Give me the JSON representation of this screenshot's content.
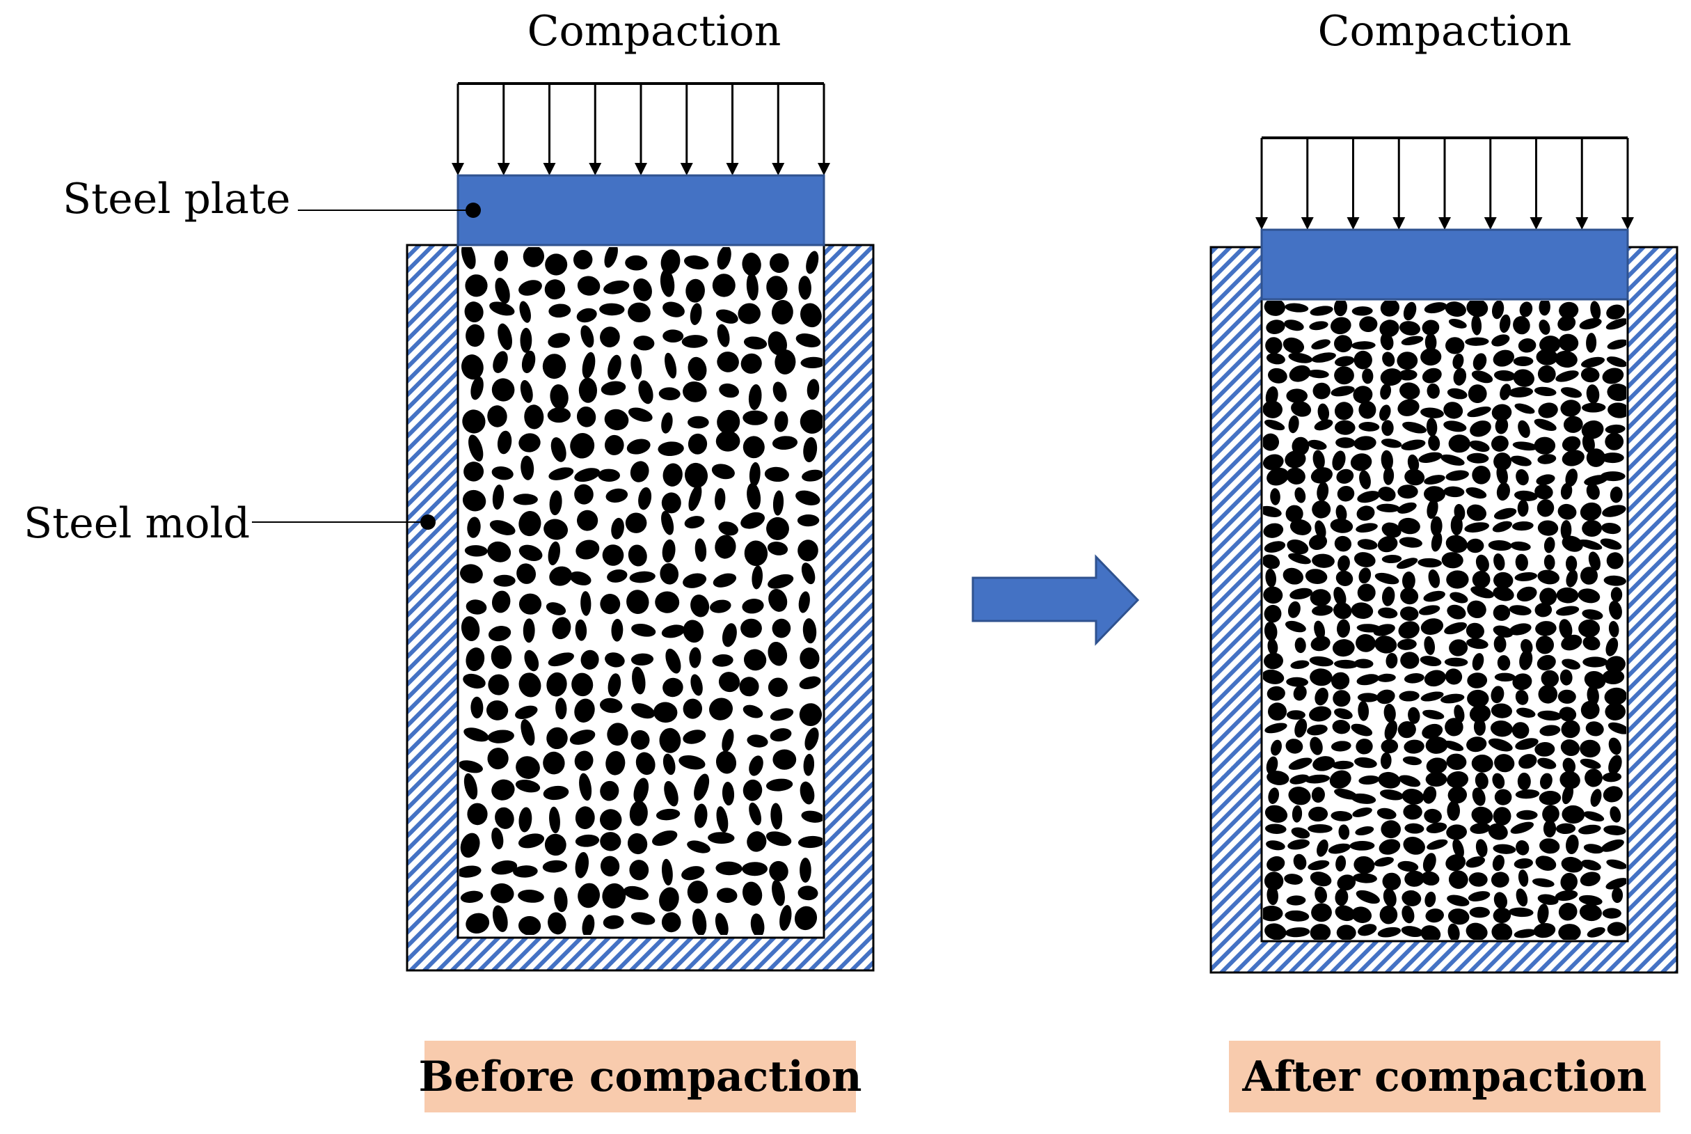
{
  "labels": {
    "compaction_before": "Compaction",
    "compaction_after": "Compaction",
    "steel_plate": "Steel plate",
    "steel_mold": "Steel mold",
    "before_caption": "Before compaction",
    "after_caption": "After compaction"
  },
  "colors": {
    "plate": "#4472C4",
    "hatch": "#4472C4",
    "caption_bg": "#F8CBAD",
    "particle": "#000000",
    "arrow": "#4472C4"
  },
  "arrow_counts": {
    "before": 9,
    "after": 9
  }
}
